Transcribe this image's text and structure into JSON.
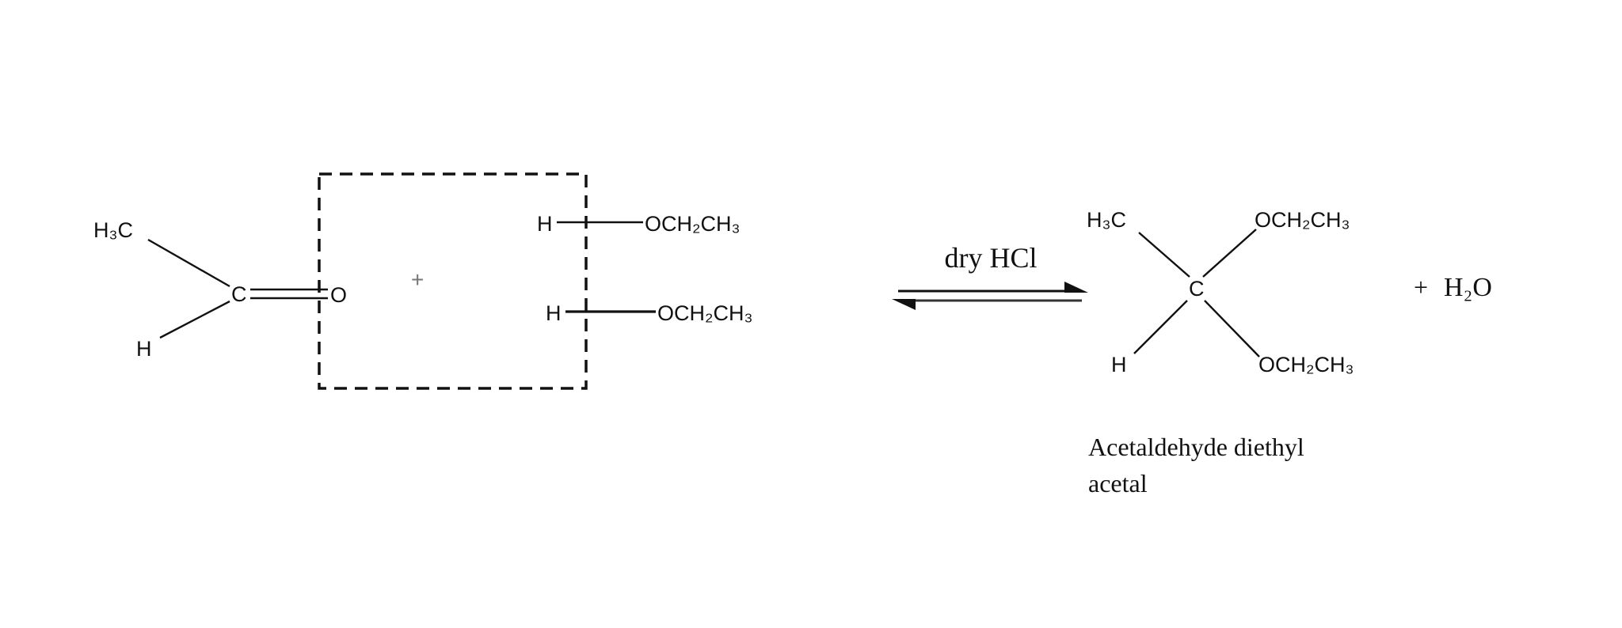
{
  "reactant_aldehyde": {
    "methyl": "H₃C",
    "carbon": "C",
    "oxygen": "O",
    "hydrogen": "H"
  },
  "plus_1": "+",
  "reactant_ethanol": [
    {
      "h": "H",
      "group": "OCH₂CH₃"
    },
    {
      "h": "H",
      "group": "OCH₂CH₃"
    }
  ],
  "reagent": "dry HCl",
  "product": {
    "methyl": "H₃C",
    "carbon": "C",
    "hydrogen": "H",
    "ethoxy_top": "OCH₂CH₃",
    "ethoxy_bottom": "OCH₂CH₃",
    "name_line1": "Acetaldehyde diethyl",
    "name_line2": "acetal"
  },
  "byproduct": {
    "plus": "+",
    "formula": "H₂O"
  }
}
